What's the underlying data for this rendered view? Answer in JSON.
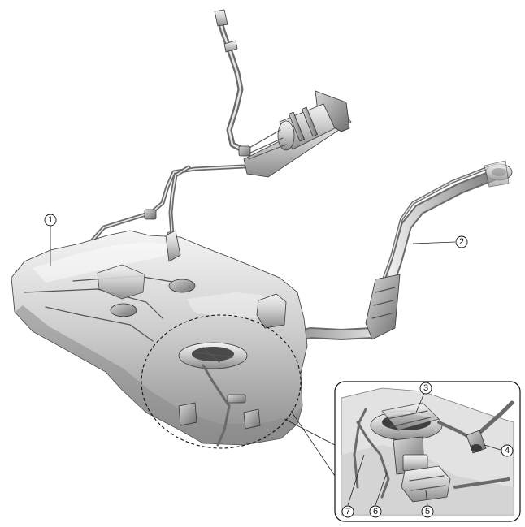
{
  "diagram": {
    "callouts": [
      {
        "id": "c1",
        "label": "1"
      },
      {
        "id": "c2",
        "label": "2"
      },
      {
        "id": "c3",
        "label": "3"
      },
      {
        "id": "c4",
        "label": "4"
      },
      {
        "id": "c5",
        "label": "5"
      },
      {
        "id": "c6",
        "label": "6"
      },
      {
        "id": "c7",
        "label": "7"
      }
    ]
  },
  "colors": {
    "metal_light": "#f2f2f2",
    "metal_mid": "#bdbdbd",
    "metal_dark": "#7a7a7a",
    "outline": "#222222"
  }
}
